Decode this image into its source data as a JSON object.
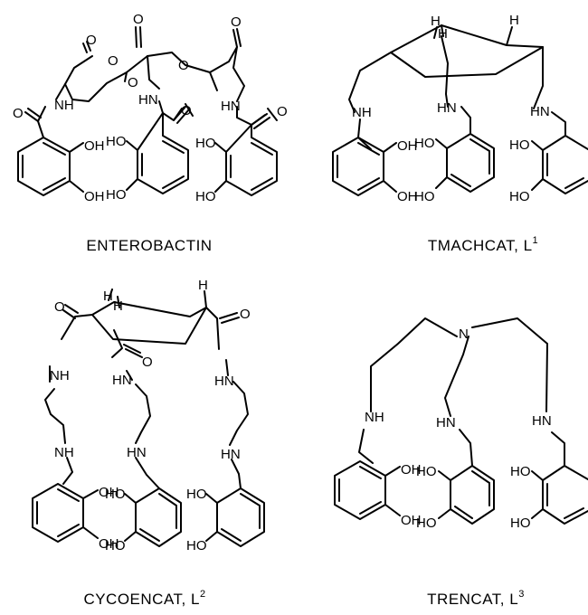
{
  "structures": [
    {
      "caption": "ENTEROBACTIN",
      "atoms": {
        "o_ring_1": "O",
        "o_ring_2": "O",
        "o_ring_3": "O",
        "o_ring_4": "O",
        "o_ring_5": "O",
        "o_ring_6": "O",
        "o_amide_1": "O",
        "o_amide_2": "O",
        "o_amide_3": "O",
        "nh_1": "NH",
        "nh_2": "HN",
        "nh_3": "HN",
        "oh_1": "OH",
        "oh_2": "OH",
        "oh_3": "HO",
        "oh_4": "HO",
        "oh_5": "HO",
        "oh_6": "HO"
      }
    },
    {
      "caption": "TMACHCAT, L",
      "caption_sup": "1",
      "atoms": {
        "h_1": "H",
        "h_2": "H",
        "h_3": "H",
        "nh_1": "NH",
        "nh_2": "HN",
        "nh_3": "HN",
        "oh_1": "OH",
        "oh_2": "OH",
        "oh_3": "HO",
        "oh_4": "HO",
        "oh_5": "HO",
        "oh_6": "HO"
      }
    },
    {
      "caption": "CYCOENCAT, L",
      "caption_sup": "2",
      "atoms": {
        "h_1": "H",
        "h_2": "H",
        "h_3": "H",
        "o_1": "O",
        "o_2": "O",
        "o_3": "O",
        "nh_1": "NH",
        "nh_2": "HN",
        "nh_3": "HN",
        "nh_4": "NH",
        "nh_5": "HN",
        "nh_6": "HN",
        "oh_1": "OH",
        "oh_2": "OH",
        "oh_3": "HO",
        "oh_4": "HO",
        "oh_5": "HO",
        "oh_6": "HO"
      }
    },
    {
      "caption": "TRENCAT, L",
      "caption_sup": "3",
      "atoms": {
        "n": "N",
        "nh_1": "NH",
        "nh_2": "HN",
        "nh_3": "HN",
        "oh_1": "OH",
        "oh_2": "OH",
        "oh_3": "HO",
        "oh_4": "HO",
        "oh_5": "HO",
        "oh_6": "HO"
      }
    }
  ]
}
